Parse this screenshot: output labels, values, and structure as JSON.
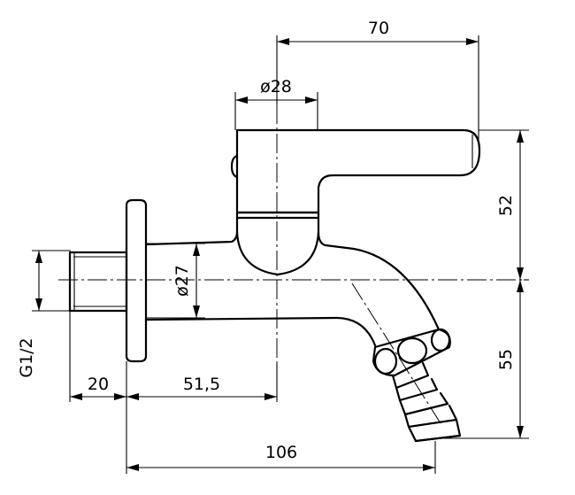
{
  "drawing": {
    "type": "technical drawing",
    "subject": "wall-mounted bib tap with hose connector",
    "line_color": "#000000",
    "background": "#ffffff"
  },
  "dimensions": {
    "handle_length": "70",
    "body_diameter": "ø28",
    "inlet_diameter": "ø27",
    "height_top": "52",
    "height_bottom": "55",
    "thread": "G1/2",
    "thread_length": "20",
    "spout_axis_offset": "51,5",
    "overall_length": "106"
  }
}
